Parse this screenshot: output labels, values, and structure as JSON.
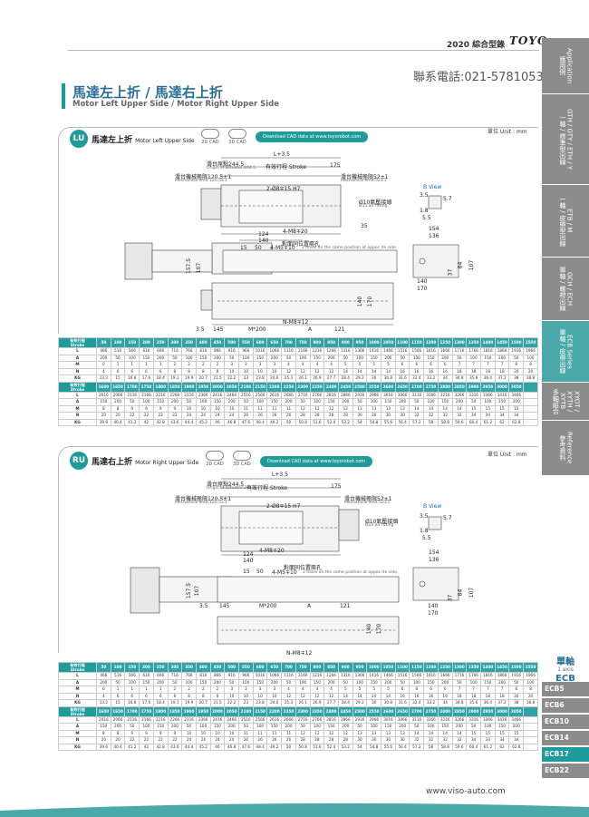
{
  "header": {
    "year_catalog": "2020 綜合型錄",
    "brand": "TOYO",
    "phone": "聯系電話:021-57810530"
  },
  "title": {
    "cn": "馬達左上折 / 馬達右上折",
    "en": "Motor Left Upper Side / Motor Right Upper Side"
  },
  "colors": {
    "accent": "#1e9b9b",
    "tab_green": "#4ca9a9",
    "tab_grey": "#8c8c8c",
    "blue_label": "#1a6fb5"
  },
  "side_tabs": [
    {
      "cn": "應用例",
      "en": "Application",
      "color": "#8c8c8c"
    },
    {
      "cn": "一軸 / 標準型出線",
      "en": "GTH / GTY / ETH / Y",
      "color": "#8c8c8c"
    },
    {
      "cn": "一軸 / 皮帶型出線",
      "en": "ETB / M",
      "color": "#8c8c8c"
    },
    {
      "cn": "單軸 / 螺桿出線",
      "en": "GCH / ECH",
      "color": "#8c8c8c"
    },
    {
      "cn": "單軸 / 皮帶出線",
      "en": "ECB Series",
      "color": "#4ca9a9"
    },
    {
      "cn": "多軸組合",
      "en": "XYOT / XYTH / XYTB",
      "color": "#8c8c8c"
    },
    {
      "cn": "參考資料",
      "en": "Reference",
      "color": "#8c8c8c"
    }
  ],
  "axis_label": {
    "cn": "單軸",
    "en": "1 axis",
    "model": "ECB"
  },
  "sub_tabs": [
    "ECB5",
    "ECB6",
    "ECB10",
    "ECB14",
    "ECB17",
    "ECB22"
  ],
  "sub_tab_active": "ECB17",
  "panels": [
    {
      "badge": "LU",
      "title_cn": "馬達左上折",
      "title_en": "Motor Left Upper Side"
    },
    {
      "badge": "RU",
      "title_cn": "馬達右上折",
      "title_en": "Motor Right Upper Side"
    }
  ],
  "common": {
    "cad_2d": "2D CAD",
    "cad_3d": "3D CAD",
    "download": "Download CAD data at www.toyorobot.com",
    "unit": "單位 Unit : mm",
    "dims": {
      "L_total": "L+3.5",
      "origin_cn": "滑台原點244.5",
      "origin_en": "Origin of actuator:244.5",
      "stroke": "有效行程 Stroke",
      "d175": "175",
      "mech_left_cn": "滑台機械極限120.5±1",
      "mech_left_en": "Mechanical limit:120.5±1",
      "mech_right_cn": "滑台機械極限52±1",
      "mech_right_en": "Mechanical limit:52±1",
      "hole": "2-Ø8∓15 H7",
      "b_view": "B View",
      "air_cn": "Ø10氣壓接頭",
      "air_en": "Ø10 air fitting",
      "d35": "35",
      "d3_5": "3.5",
      "d5_7": "5.7",
      "d1_8": "1.8",
      "d5_5": "5.5",
      "d124": "124",
      "d140": "140",
      "m8x20": "4-M8∓20",
      "d154": "154",
      "d136": "136",
      "opp_cn": "對面同位置兩孔",
      "opp_en": "2 holes on the same position at oppos ite side.",
      "d15": "15",
      "d50": "50",
      "m5x10": "4-M5∓10",
      "d157_5": "157.5",
      "d107": "107",
      "d37": "37",
      "d84": "84",
      "d107b": "107",
      "d140b": "140",
      "d170": "170",
      "d145": "145",
      "m200": "M*200",
      "A": "A",
      "d121": "121",
      "nm8": "N-M8∓12",
      "d140c": "140",
      "d170c": "170"
    }
  },
  "table1": {
    "label_cn": "有效行程",
    "label_en": "Stroke",
    "strokes": [
      "50",
      "100",
      "150",
      "200",
      "250",
      "300",
      "350",
      "400",
      "450",
      "500",
      "550",
      "600",
      "650",
      "700",
      "750",
      "800",
      "850",
      "900",
      "950",
      "1000",
      "1050",
      "1100",
      "1150",
      "1200",
      "1250",
      "1300",
      "1350",
      "1400",
      "1450",
      "1500",
      "1550"
    ],
    "rows": [
      {
        "k": "L",
        "v": [
          "466",
          "516",
          "566",
          "616",
          "666",
          "716",
          "766",
          "816",
          "866",
          "916",
          "966",
          "1016",
          "1066",
          "1116",
          "1166",
          "1216",
          "1266",
          "1316",
          "1366",
          "1416",
          "1466",
          "1516",
          "1566",
          "1616",
          "1666",
          "1716",
          "1766",
          "1816",
          "1866",
          "1916",
          "1966"
        ]
      },
      {
        "k": "A",
        "v": [
          "200",
          "50",
          "100",
          "150",
          "200",
          "50",
          "100",
          "150",
          "200",
          "50",
          "100",
          "150",
          "200",
          "50",
          "100",
          "150",
          "200",
          "50",
          "100",
          "150",
          "200",
          "50",
          "100",
          "150",
          "200",
          "50",
          "100",
          "150",
          "200",
          "50",
          "100"
        ]
      },
      {
        "k": "M",
        "v": [
          "0",
          "1",
          "1",
          "1",
          "1",
          "2",
          "2",
          "2",
          "2",
          "3",
          "3",
          "3",
          "3",
          "4",
          "4",
          "4",
          "4",
          "5",
          "5",
          "5",
          "5",
          "6",
          "6",
          "6",
          "6",
          "7",
          "7",
          "7",
          "7",
          "8",
          "8"
        ]
      },
      {
        "k": "N",
        "v": [
          "4",
          "6",
          "6",
          "6",
          "6",
          "8",
          "8",
          "8",
          "8",
          "10",
          "10",
          "10",
          "10",
          "12",
          "12",
          "12",
          "12",
          "14",
          "14",
          "14",
          "14",
          "16",
          "16",
          "16",
          "16",
          "18",
          "18",
          "18",
          "18",
          "20",
          "20"
        ]
      },
      {
        "k": "KG",
        "v": [
          "13.2",
          "15",
          "16.8",
          "17.6",
          "18.4",
          "19.1",
          "19.9",
          "20.7",
          "21.5",
          "22.2",
          "23",
          "23.8",
          "24.6",
          "25.3",
          "26.1",
          "26.9",
          "27.7",
          "28.4",
          "29.2",
          "30",
          "30.8",
          "31.6",
          "32.4",
          "33.2",
          "34",
          "34.8",
          "35.6",
          "36.4",
          "37.2",
          "38",
          "38.8"
        ]
      }
    ],
    "strokes2": [
      "1600",
      "1650",
      "1700",
      "1750",
      "1800",
      "1850",
      "1900",
      "1950",
      "2000",
      "2050",
      "2100",
      "2150",
      "2200",
      "2250",
      "2300",
      "2350",
      "2400",
      "2450",
      "2500",
      "2550",
      "2600",
      "2650",
      "2700",
      "2750",
      "2800",
      "2850",
      "2900",
      "2950",
      "3000",
      "3050"
    ],
    "rows2": [
      {
        "k": "L",
        "v": [
          "2016",
          "2066",
          "2116",
          "2166",
          "2216",
          "2266",
          "2316",
          "2366",
          "2416",
          "2466",
          "2516",
          "2566",
          "2616",
          "2666",
          "2716",
          "2766",
          "2816",
          "2866",
          "2916",
          "2966",
          "3016",
          "3066",
          "3116",
          "3166",
          "3216",
          "3266",
          "3316",
          "3366",
          "3416",
          "3466"
        ]
      },
      {
        "k": "A",
        "v": [
          "150",
          "200",
          "50",
          "100",
          "150",
          "200",
          "50",
          "100",
          "150",
          "200",
          "50",
          "100",
          "150",
          "200",
          "50",
          "100",
          "150",
          "200",
          "50",
          "100",
          "150",
          "200",
          "50",
          "100",
          "150",
          "200",
          "50",
          "100",
          "150",
          "200"
        ]
      },
      {
        "k": "M",
        "v": [
          "8",
          "8",
          "9",
          "9",
          "9",
          "9",
          "10",
          "10",
          "10",
          "10",
          "11",
          "11",
          "11",
          "11",
          "12",
          "12",
          "12",
          "12",
          "13",
          "13",
          "13",
          "13",
          "14",
          "14",
          "14",
          "14",
          "15",
          "15",
          "15",
          "15"
        ]
      },
      {
        "k": "N",
        "v": [
          "20",
          "20",
          "22",
          "22",
          "22",
          "22",
          "24",
          "24",
          "24",
          "24",
          "26",
          "26",
          "26",
          "26",
          "28",
          "28",
          "28",
          "28",
          "30",
          "30",
          "30",
          "30",
          "32",
          "32",
          "32",
          "32",
          "34",
          "34",
          "34",
          "34"
        ]
      },
      {
        "k": "KG",
        "v": [
          "39.6",
          "40.4",
          "41.2",
          "42",
          "42.8",
          "43.6",
          "44.4",
          "45.2",
          "46",
          "46.8",
          "47.6",
          "48.4",
          "49.2",
          "50",
          "50.8",
          "51.6",
          "52.4",
          "53.2",
          "54",
          "54.8",
          "55.6",
          "56.4",
          "57.2",
          "58",
          "58.8",
          "59.6",
          "60.4",
          "61.2",
          "62",
          "62.8"
        ]
      }
    ]
  },
  "footer": {
    "url": "www.viso-auto.com"
  }
}
